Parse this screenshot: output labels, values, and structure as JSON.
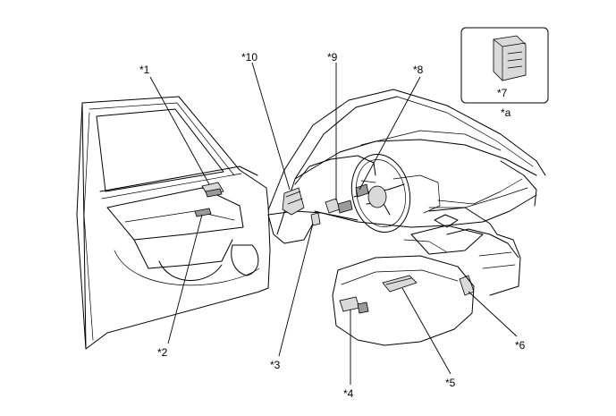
{
  "callouts": [
    {
      "id": "1",
      "text": "*1"
    },
    {
      "id": "2",
      "text": "*2"
    },
    {
      "id": "3",
      "text": "*3"
    },
    {
      "id": "4",
      "text": "*4"
    },
    {
      "id": "5",
      "text": "*5"
    },
    {
      "id": "6",
      "text": "*6"
    },
    {
      "id": "7",
      "text": "*7"
    },
    {
      "id": "8",
      "text": "*8"
    },
    {
      "id": "9",
      "text": "*9"
    },
    {
      "id": "10",
      "text": "*10"
    }
  ],
  "inset": {
    "label": "*a"
  }
}
